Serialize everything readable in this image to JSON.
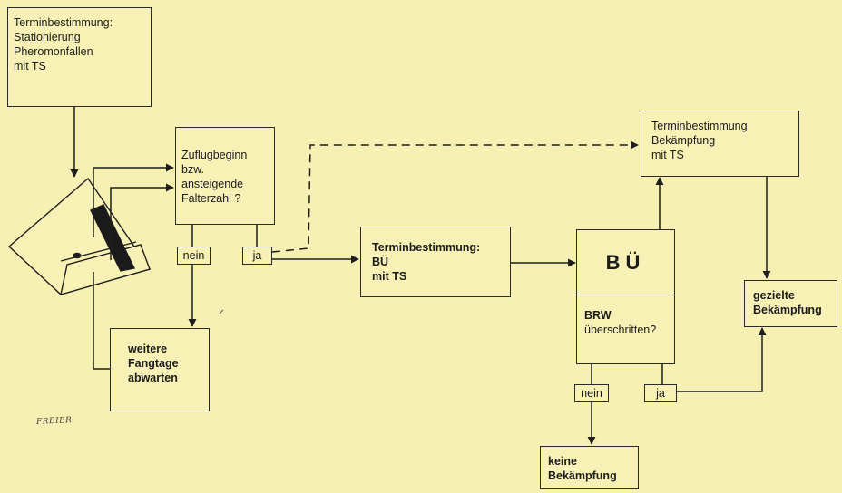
{
  "boxes": {
    "start": [
      "Terminbestimmung:",
      "Stationierung",
      "Pheromonfallen",
      "mit  TS"
    ],
    "question": [
      "Zuflugbeginn",
      "bzw.",
      "ansteigende",
      "Falterzahl  ?"
    ],
    "wait": [
      "weitere",
      "Fangtage",
      "abwarten"
    ],
    "bue_term": [
      "Terminbestimmung:",
      "BÜ",
      "mit TS"
    ],
    "bue": "BÜ",
    "brw": [
      "BRW",
      "überschritten?"
    ],
    "control_term": [
      "Terminbestimmung",
      "Bekämpfung",
      "mit  TS"
    ],
    "targeted": [
      "gezielte",
      "Bekämpfung"
    ],
    "no_control": [
      "keine",
      "Bekämpfung"
    ]
  },
  "labels": {
    "nein_1": "nein",
    "ja_1": "ja",
    "nein_2": "nein",
    "ja_2": "ja"
  },
  "signature": "FREIER",
  "colors": {
    "background": "#f7f0b3",
    "line": "#2a2a2a"
  }
}
